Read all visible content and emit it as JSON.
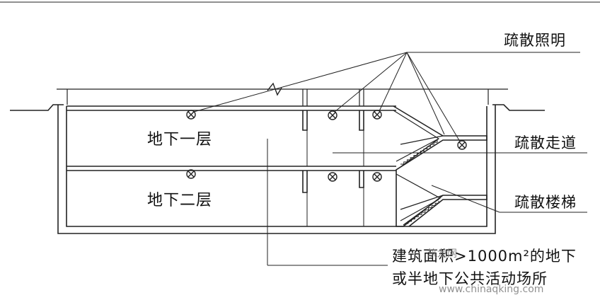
{
  "labels": {
    "evac_lighting": "疏散照明",
    "evac_corridor": "疏散走道",
    "evac_stair": "疏散楼梯",
    "basement_1": "地下一层",
    "basement_2": "地下二层",
    "note_line1": "建筑面积>1000m²的地下",
    "note_line2": "或半地下公共活动场所"
  },
  "watermark": {
    "top": "筑龙网",
    "bottom": "www.chinaqking.com"
  },
  "colors": {
    "line": "#222222",
    "background": "#ffffff"
  }
}
